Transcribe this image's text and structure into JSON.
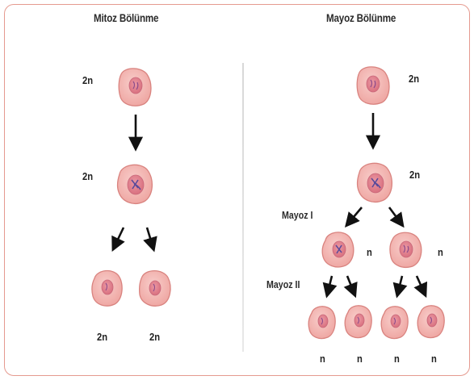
{
  "mitosis": {
    "title": "Mitoz Bölünme",
    "parent_ploidy": "2n",
    "replicated_ploidy": "2n",
    "daughter_left_ploidy": "2n",
    "daughter_right_ploidy": "2n"
  },
  "meiosis": {
    "title": "Mayoz Bölünme",
    "parent_ploidy": "2n",
    "replicated_ploidy": "2n",
    "stage1_label": "Mayoz I",
    "stage2_label": "Mayoz II",
    "mid_left_ploidy": "n",
    "mid_right_ploidy": "n",
    "final_ploidy": [
      "n",
      "n",
      "n",
      "n"
    ]
  },
  "colors": {
    "border": "#e59a8f",
    "cell_fill": "#f3b7b4",
    "cell_edge": "#d9837f",
    "nucleus": "#e47f8e",
    "chromosome": "#6a5aa8",
    "arrow": "#111111"
  }
}
